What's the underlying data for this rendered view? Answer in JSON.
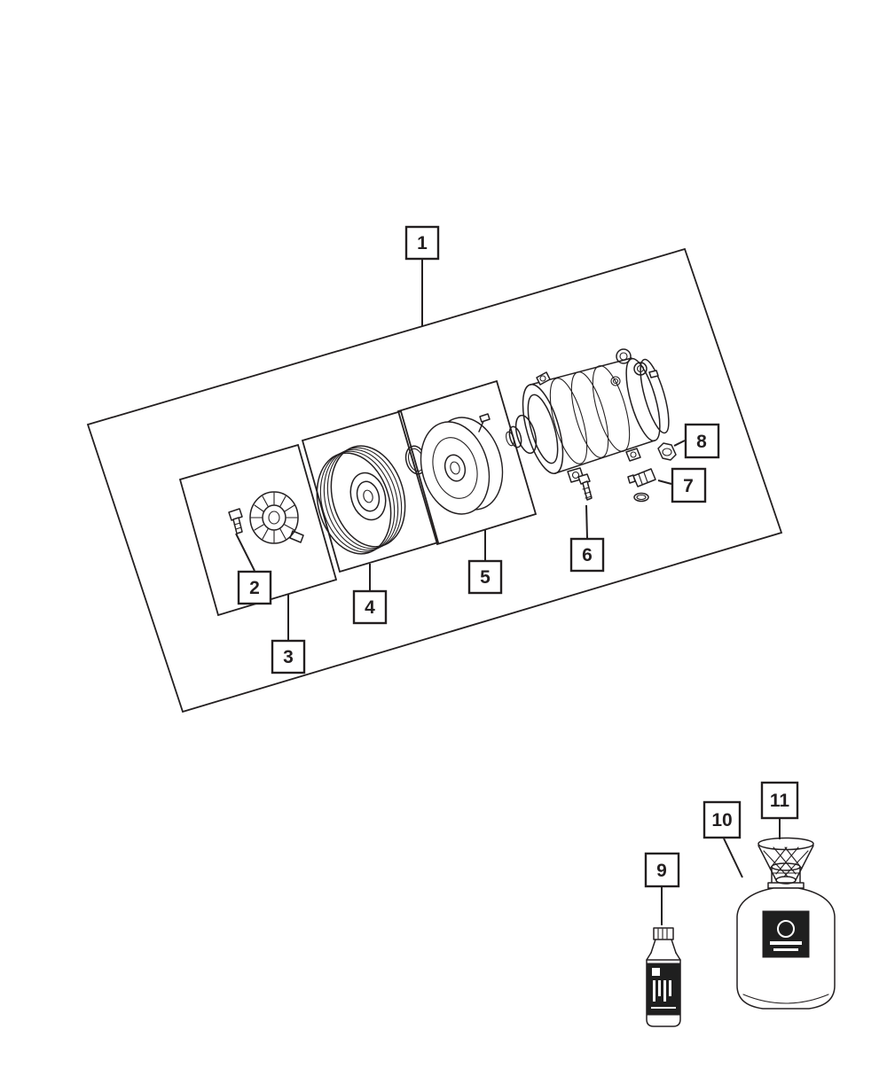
{
  "page": {
    "background_color": "#ffffff",
    "ink_color": "#231f20"
  },
  "callouts": [
    {
      "label": "1",
      "target": "exploded-assembly-boundary"
    },
    {
      "label": "2",
      "target": "coil-mount-bolt"
    },
    {
      "label": "3",
      "target": "field-coil-kit"
    },
    {
      "label": "4",
      "target": "clutch-pulley"
    },
    {
      "label": "5",
      "target": "clutch-plate-kit"
    },
    {
      "label": "6",
      "target": "compressor-stud-bolt"
    },
    {
      "label": "7",
      "target": "pressure-valve"
    },
    {
      "label": "8",
      "target": "valve-cap"
    },
    {
      "label": "9",
      "target": "compressor-oil-bottle"
    },
    {
      "label": "10",
      "target": "refrigerant-canister"
    },
    {
      "label": "11",
      "target": "charging-funnel"
    }
  ]
}
